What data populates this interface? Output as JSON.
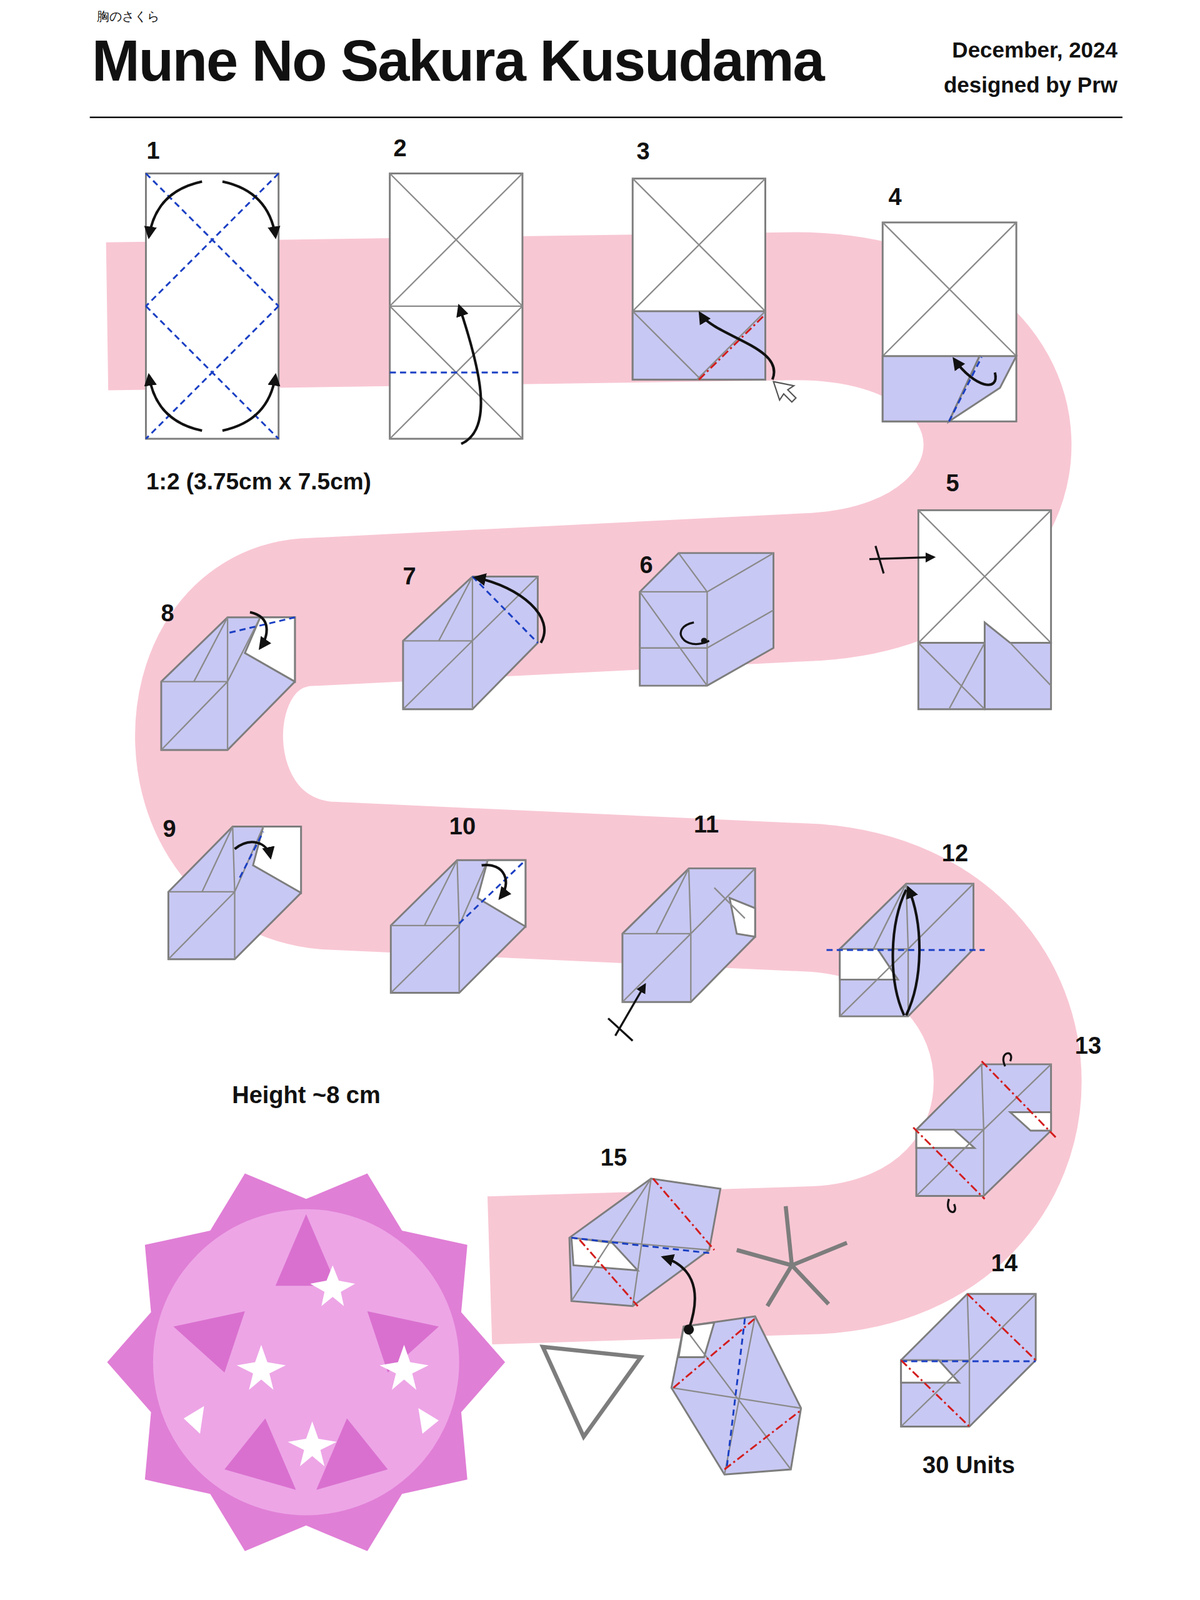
{
  "diagram": {
    "title": "Mune No Sakura Kusudama",
    "labels": [
      "胸のさくら",
      "December, 2024",
      "designed by Prw",
      "1",
      "2",
      "3",
      "4",
      "1:2 (3.75cm x 7.5cm)",
      "5",
      "6",
      "7",
      "8",
      "9",
      "10",
      "11",
      "12",
      "13",
      "Height ~8 cm",
      "15",
      "14",
      "30 Units"
    ]
  }
}
